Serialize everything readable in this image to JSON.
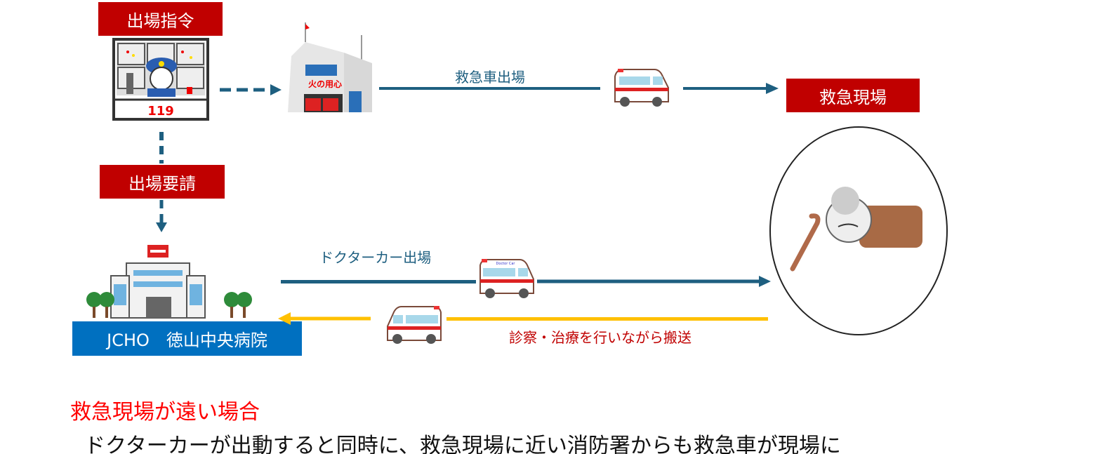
{
  "labels": {
    "dispatch_order": "出場指令",
    "dispatch_request": "出場要請",
    "ambulance_dispatch": "救急車出場",
    "emergency_scene": "救急現場",
    "doctor_car_dispatch": "ドクターカー出場",
    "transport": "診察・治療を行いながら搬送",
    "hospital": "JCHO　徳山中央病院",
    "panel_number": "119",
    "fire_station_sign": "火の用心",
    "doctor_car_sign": "Doctor Car"
  },
  "caption": {
    "heading": "救急現場が遠い場合",
    "body": "ドクターカーが出動すると同時に、救急現場に近い消防署からも救急車が現場に"
  },
  "colors": {
    "red_box": "#C00000",
    "blue_box": "#0070C0",
    "line_blue": "#1E5F80",
    "line_yellow": "#FFC000",
    "heading_red": "#FF0000"
  }
}
